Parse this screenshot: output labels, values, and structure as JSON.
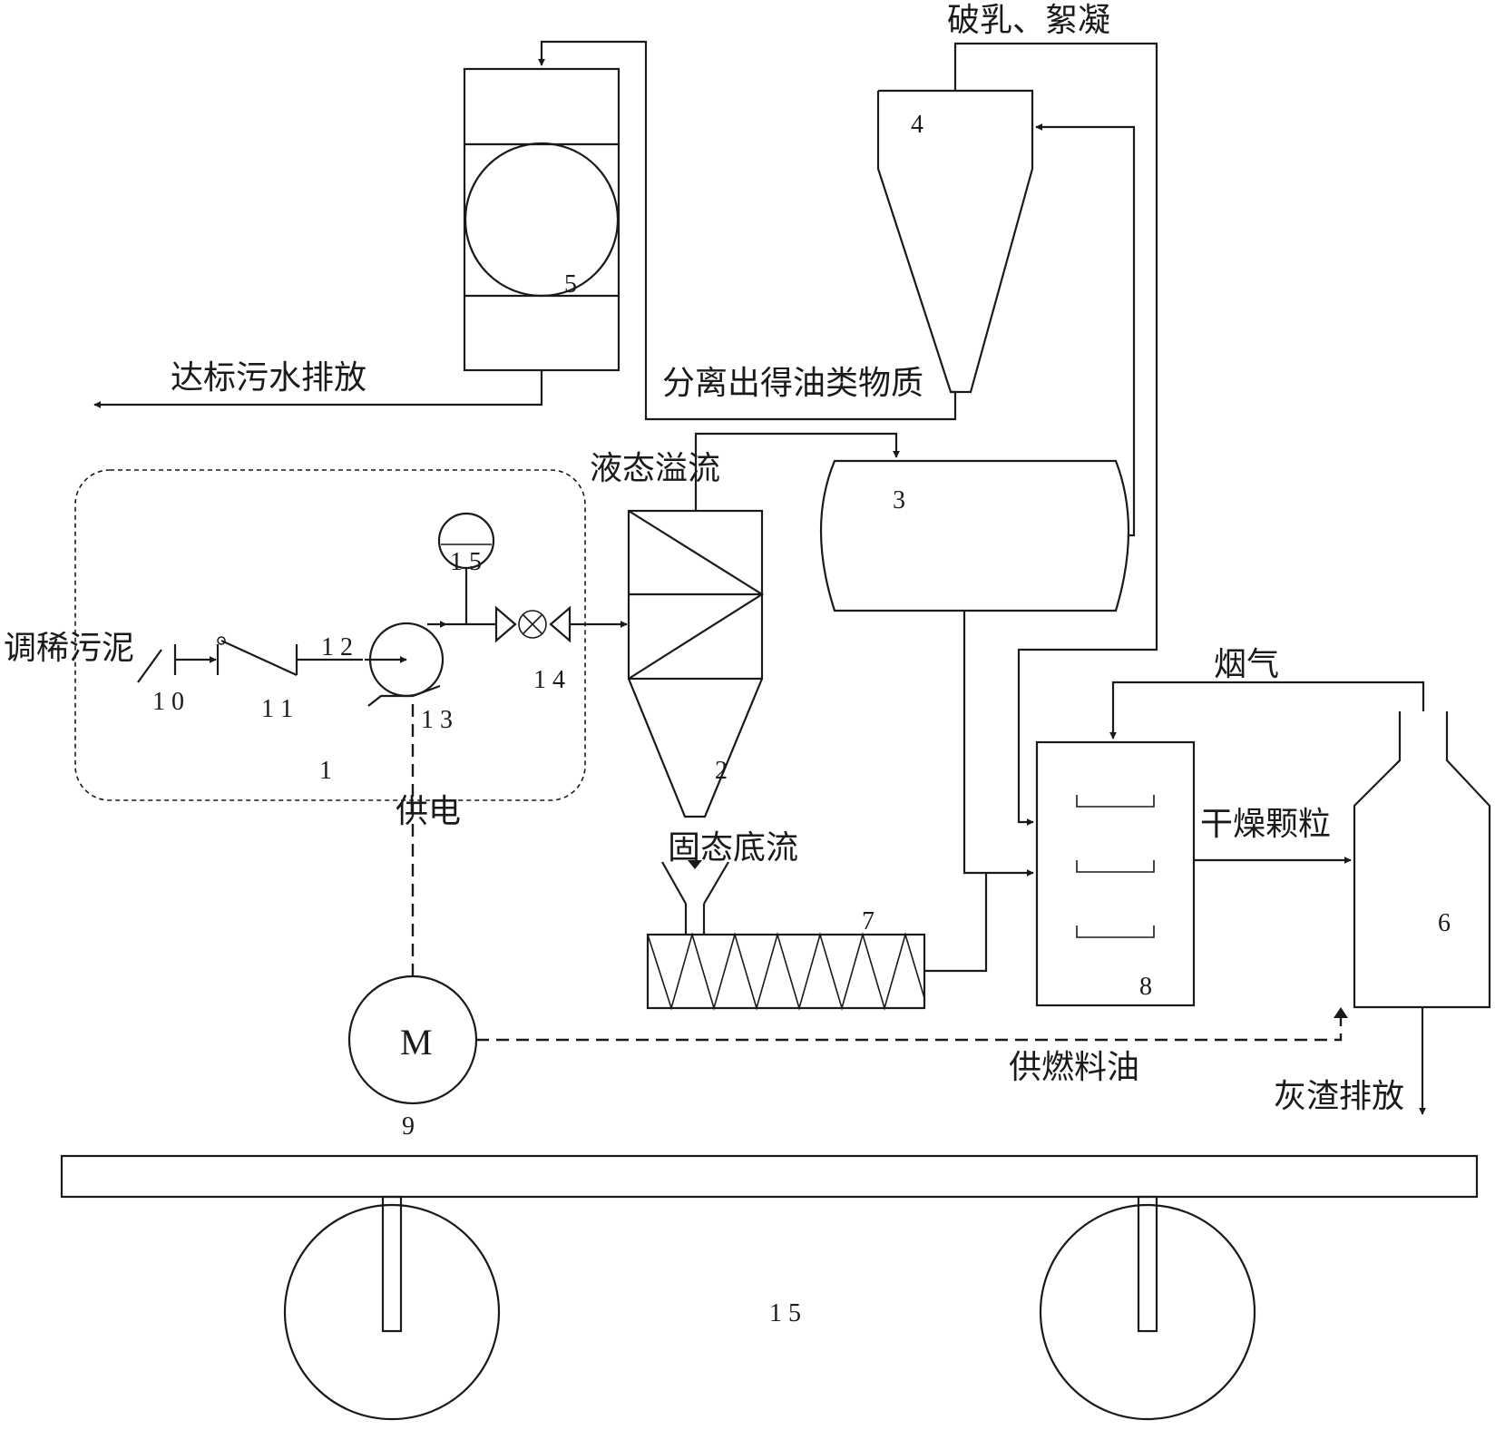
{
  "labels": {
    "demulsify": "破乳、絮凝",
    "discharge_water": "达标污水排放",
    "separated_oil": "分离出得油类物质",
    "liquid_overflow": "液态溢流",
    "diluted_sludge": "调稀污泥",
    "flue_gas": "烟气",
    "dry_granules": "干燥颗粒",
    "power_supply": "供电",
    "solid_underflow": "固态底流",
    "fuel_supply": "供燃料油",
    "ash_discharge": "灰渣排放"
  },
  "numbers": {
    "n1": "1",
    "n2": "2",
    "n3": "3",
    "n4": "4",
    "n5": "5",
    "n6": "6",
    "n7": "7",
    "n8": "8",
    "n9": "9",
    "n10": "1 0",
    "n11": "1 1",
    "n12": "1 2",
    "n13": "1 3",
    "n14": "1 4",
    "n15_gauge": "1 5",
    "n15_vehicle": "1 5",
    "motor": "M"
  }
}
